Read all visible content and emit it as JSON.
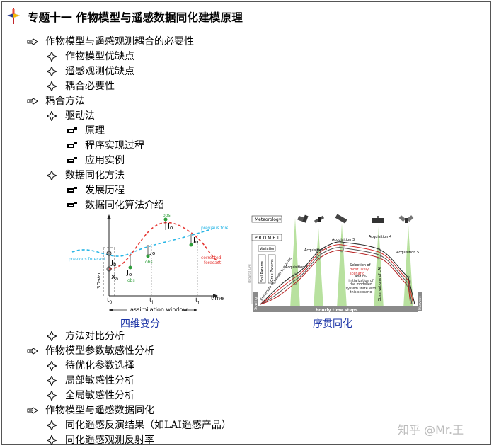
{
  "header": {
    "title": "专题十一  作物模型与遥感数据同化建模原理",
    "icon": "pin-icon"
  },
  "outline": {
    "items": [
      {
        "level": 1,
        "label": "作物模型与遥感观测耦合的必要性"
      },
      {
        "level": 2,
        "label": "作物模型优缺点"
      },
      {
        "level": 2,
        "label": "遥感观测优缺点"
      },
      {
        "level": 2,
        "label": "耦合必要性"
      },
      {
        "level": 1,
        "label": "耦合方法"
      },
      {
        "level": 2,
        "label": "驱动法"
      },
      {
        "level": 3,
        "label": "原理"
      },
      {
        "level": 3,
        "label": "程序实现过程"
      },
      {
        "level": 3,
        "label": "应用实例"
      },
      {
        "level": 2,
        "label": "数据同化方法"
      },
      {
        "level": 3,
        "label": "发展历程"
      },
      {
        "level": 3,
        "label": "数据同化算法介绍"
      },
      {
        "level": 2,
        "label": "方法对比分析"
      },
      {
        "level": 1,
        "label": "作物模型参数敏感性分析"
      },
      {
        "level": 2,
        "label": "待优化参数选择"
      },
      {
        "level": 2,
        "label": "局部敏感性分析"
      },
      {
        "level": 2,
        "label": "全局敏感性分析"
      },
      {
        "level": 1,
        "label": "作物模型与遥感数据同化"
      },
      {
        "level": 2,
        "label": "同化遥感反演结果（如LAI遥感产品）"
      },
      {
        "level": 2,
        "label": "同化遥感观测反射率"
      }
    ]
  },
  "figure_4dvar": {
    "caption": "四维变分",
    "ylabel": "3D-Var",
    "xlabel": "time",
    "x_ticks": [
      "t",
      "t",
      "t"
    ],
    "x_subs": [
      "0",
      "i",
      "n"
    ],
    "window_label": "assimilation window",
    "previous_forecast": "previous forecast",
    "jo": "J",
    "jo_sub": "o",
    "jb": "J",
    "jb_sub": "b",
    "obs": "obs",
    "x_a": "x",
    "x_a_sub": "a",
    "corrected": "corrected",
    "forecast": "forecast",
    "colors": {
      "previous": "#29b6e6",
      "corrected": "#e53935",
      "obs": "#2e9e3a"
    }
  },
  "figure_sequential": {
    "caption": "序贯同化",
    "meteorology": "Meteorology",
    "promet": "P R O M E T",
    "variation": "Variation",
    "soil_params": "Soil Params",
    "crop_params": "Crop Params",
    "ensemble": "Ensemble of model scenarios",
    "growth": "growth LAI",
    "sowing": "Sowing",
    "harvest": "Harvest",
    "time_label": "hourly time steps",
    "acquisitions": [
      "Acquisition 1",
      "Acquisition 2",
      "Acquisition 3",
      "Acquisition 4",
      "Acquisition 5"
    ],
    "obs_vertical": "Observations of LAI",
    "selection_pre": "Selection of",
    "selection_hl1": "most likely",
    "selection_hl2": "scenario",
    "selection_post": "and re-initialization of the modelled system state with this scenario",
    "colors": {
      "accent": "#d62828",
      "band": "#7ec850"
    }
  },
  "watermark": "知乎 @Mr.王"
}
